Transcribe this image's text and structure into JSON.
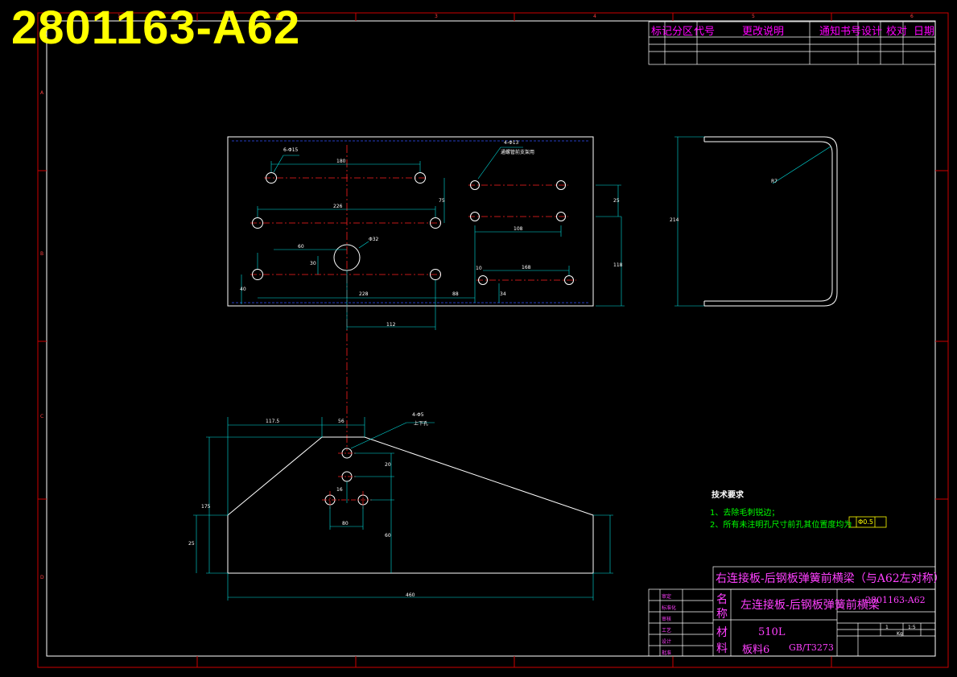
{
  "drawing_number": "2801163-A62",
  "revision_block": {
    "headers": [
      "标记",
      "分区",
      "代号",
      "更改说明",
      "通知书号",
      "设计",
      "校对",
      "日期"
    ]
  },
  "grid_refs": {
    "columns": [
      "1",
      "2",
      "3",
      "4",
      "5",
      "6"
    ],
    "rows": [
      "A",
      "B",
      "C",
      "D"
    ]
  },
  "top_view": {
    "callouts": [
      "6-Φ15",
      "4-Φ13",
      "通螺管前支架用",
      "Φ32"
    ],
    "dimensions": [
      "180",
      "226",
      "75",
      "60",
      "228",
      "30",
      "112",
      "40",
      "108",
      "168",
      "10",
      "34",
      "118",
      "88",
      "25"
    ]
  },
  "side_view": {
    "dimensions": [
      "214",
      "R7"
    ]
  },
  "bottom_view": {
    "callouts": [
      "4-Φ5",
      "上下孔"
    ],
    "dimensions": [
      "117.5",
      "56",
      "175",
      "25",
      "460",
      "60",
      "20",
      "80",
      "16"
    ]
  },
  "technical_requirements": {
    "title": "技术要求",
    "items": [
      "1、去除毛刺锐边；",
      "2、所有未注明孔尺寸前孔其位置度均为"
    ],
    "tolerance": "Φ0.5"
  },
  "title_block": {
    "part_name_top": "右连接板-后钢板弹簧前横梁（与A62左对称）",
    "part_name_main": "左连接板-后钢板弹簧前横梁",
    "drawing_ref": "2801163-A62",
    "material_label_a": "名",
    "material_label_b": "称",
    "material_label_c": "材",
    "material_label_d": "料",
    "material_spec": "510L",
    "material_form": "板料6",
    "standard": "GB/T3273",
    "side_labels": [
      "审定",
      "标准化",
      "审核",
      "工艺",
      "设计",
      "批准"
    ],
    "unit": "Kg",
    "scale": "1:5",
    "sheet": "1"
  }
}
